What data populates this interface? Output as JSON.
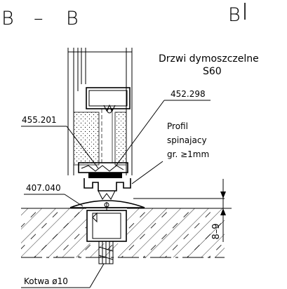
{
  "section": {
    "left_letter": "B",
    "dash": "–",
    "right_letter": "B",
    "corner_letter": "B"
  },
  "header": {
    "line1": "Drzwi dymoszczelne",
    "line2": "S60"
  },
  "callouts": {
    "c452": "452.298",
    "c455": "455.201",
    "profil1": "Profil",
    "profil2": "spinajacy",
    "profil3": "gr. ≥1mm",
    "c407": "407.040",
    "kotwa": "Kotwa ø10"
  },
  "dimension": {
    "value": "8–9"
  }
}
